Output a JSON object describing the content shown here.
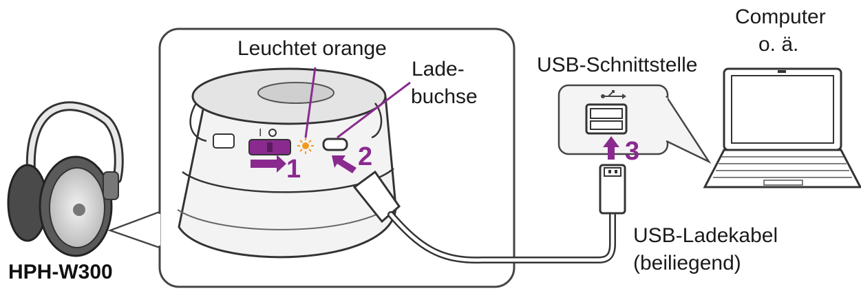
{
  "labels": {
    "led_label": "Leuchtet orange",
    "port_label_line1": "Lade-",
    "port_label_line2": "buchse",
    "usb_interface": "USB-Schnittstelle",
    "computer_line1": "Computer",
    "computer_line2": "o. ä.",
    "cable_line1": "USB-Ladekabel",
    "cable_line2": "(beiliegend)",
    "model": "HPH-W300"
  },
  "steps": [
    "1",
    "2",
    "3"
  ],
  "colors": {
    "accent": "#8a2a8f",
    "led": "#f29a1f",
    "outline": "#333333"
  },
  "icons": [
    "headphones-icon",
    "usb-symbol-icon",
    "laptop-icon",
    "usb-plug-icon"
  ]
}
